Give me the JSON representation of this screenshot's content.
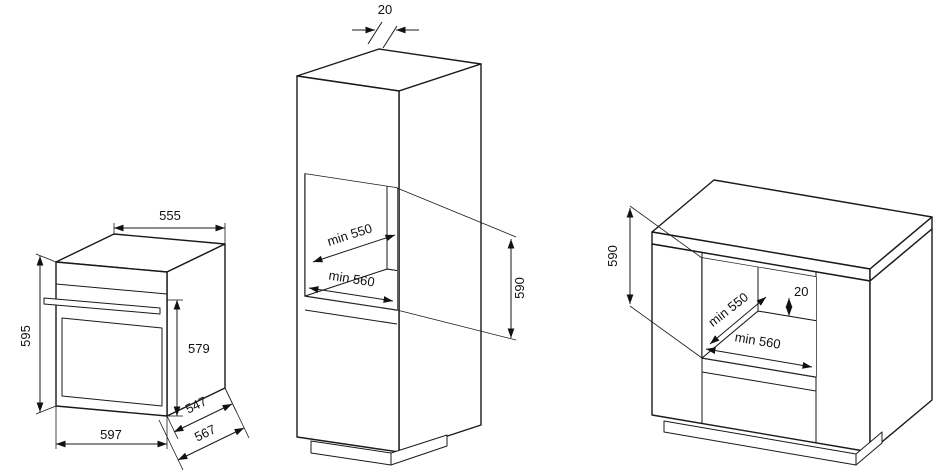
{
  "figures": {
    "oven": {
      "dims": {
        "top_width": "555",
        "height": "595",
        "door_height": "579",
        "width": "597",
        "body_depth": "547",
        "total_depth": "567"
      }
    },
    "tall_cabinet": {
      "dims": {
        "rear_top_gap": "20",
        "niche_depth": "min 550",
        "niche_width": "min 560",
        "niche_height": "590"
      }
    },
    "base_cabinet": {
      "dims": {
        "niche_height": "590",
        "niche_depth": "min 550",
        "niche_width": "min 560",
        "rear_gap": "20"
      }
    }
  },
  "colors": {
    "line": "#1a1a1a",
    "background": "#ffffff"
  }
}
